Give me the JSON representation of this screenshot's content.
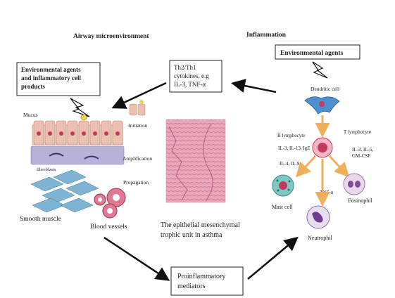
{
  "headings": {
    "airway": "Airway microenvironment",
    "inflammation": "Inflammation"
  },
  "boxes": {
    "env_agents_inflammatory": [
      "Environmental agents",
      "and inflammatory cell",
      "products"
    ],
    "env_agents": "Environmental agents",
    "cytokines": [
      "Th2/Th1",
      "cytokines, e.g",
      "IL-3, TNF-α"
    ],
    "mediators": [
      "Proinflammatory",
      "mediators"
    ]
  },
  "airway_labels": {
    "mucus": "Mucus",
    "initiation": "Initiation",
    "fibroblasts": "fibroblasts",
    "amplification": "Amplification",
    "propagation": "Propagation",
    "smooth_muscle": "Smooth muscle",
    "blood_vessels": "Blood vessels"
  },
  "histology_caption": [
    "The epithelial mesenchymal",
    "trophic unit in asthma"
  ],
  "cells": {
    "dendritic": "Dendritic cell",
    "b_lymphocyte": "B lymphocyte",
    "t_lymphocyte": "T lymphocyte",
    "b_cytokines": "IL-3, IL-13, IgE",
    "il4": "IL-4, IL-9",
    "t_cytokines": [
      "IL-3, IL-5,",
      "GM-CSF"
    ],
    "tnf": "TNF-α",
    "mast": "Mast cell",
    "eosinophil": "Eosinophil",
    "neutrophil": "Neutrophil"
  },
  "colors": {
    "arrow": "#111111",
    "orange_arrow": "#f0b05a",
    "cell_pink": "#e06a90",
    "histology": "#e9a3b8",
    "fibro": "#b9b2d8",
    "smooth": "#6fa6c8",
    "dendritic": "#4e8fcf"
  }
}
